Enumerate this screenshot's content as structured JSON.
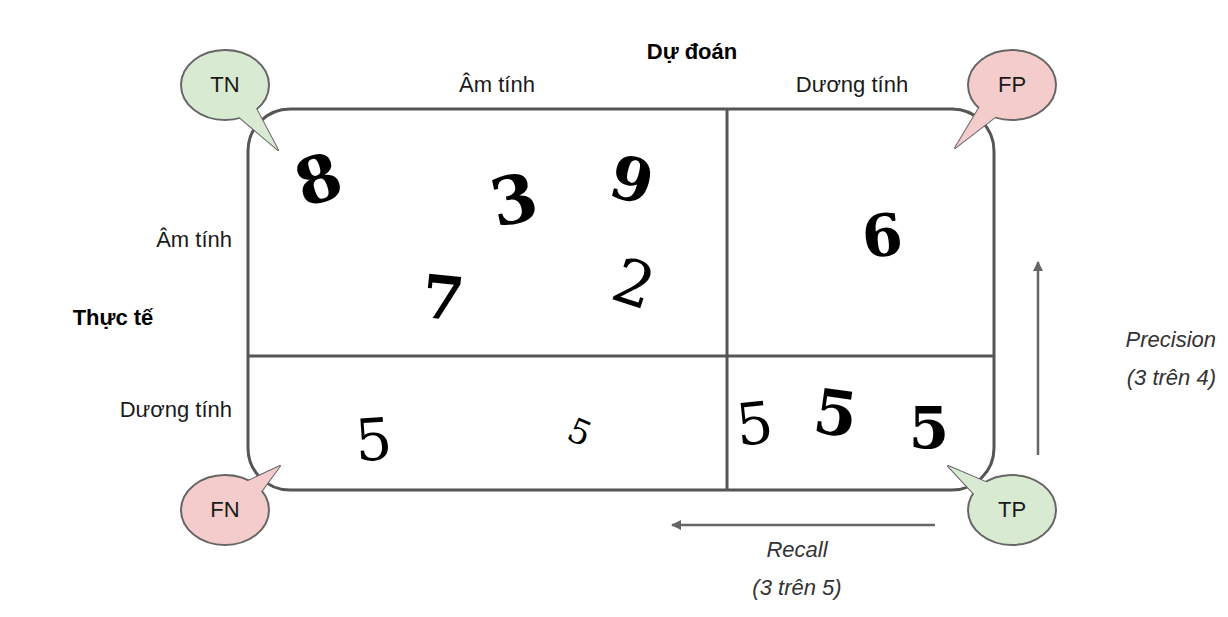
{
  "diagram": {
    "nodes": [
      {
        "text": [
          "TN"
        ]
      },
      {
        "text": [
          "FP"
        ]
      },
      {
        "text": [
          "FN"
        ]
      },
      {
        "text": [
          "TP"
        ]
      }
    ],
    "labels": [
      "Dự đoán",
      "Âm tính",
      "Dương tính",
      "Âm tính",
      "Thực tế",
      "Dương tính",
      "8",
      "3",
      "9",
      "7",
      "2",
      "6",
      "5",
      "5",
      "5",
      "5",
      "5",
      "Precision",
      "(3 trên 4)",
      "Recall",
      "(3 trên 5)"
    ]
  }
}
